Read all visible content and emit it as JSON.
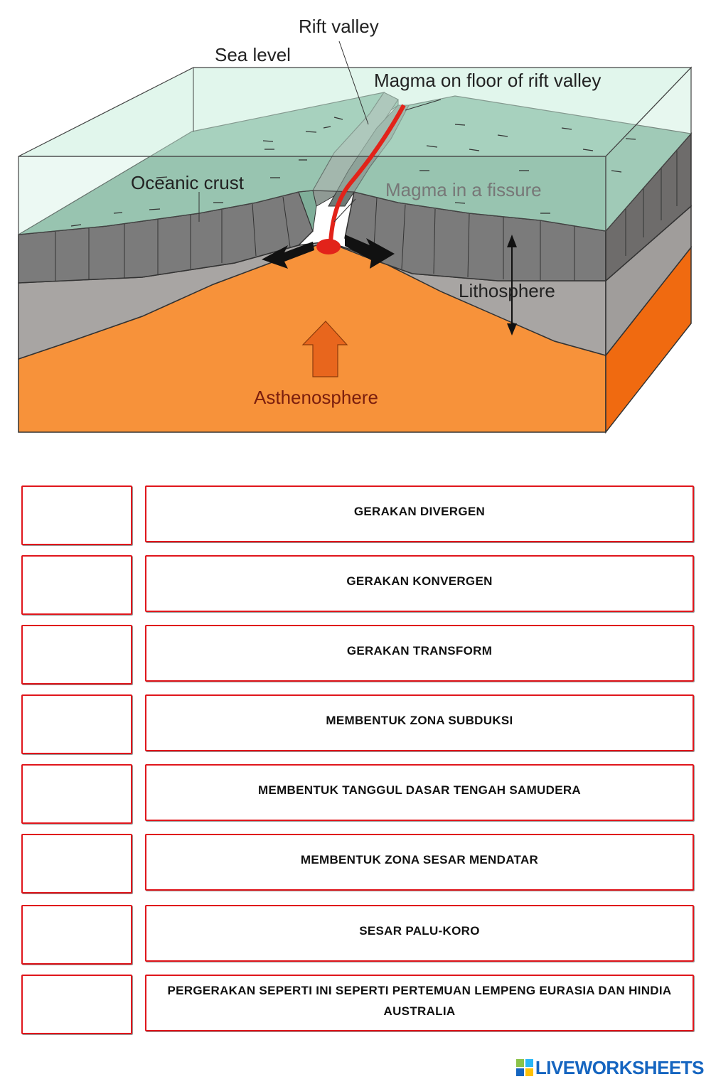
{
  "diagram": {
    "labels": {
      "rift_valley": "Rift valley",
      "sea_level": "Sea level",
      "magma_floor": "Magma on floor of rift valley",
      "oceanic_crust": "Oceanic crust",
      "magma_fissure": "Magma in a fissure",
      "lithosphere": "Lithosphere",
      "asthenosphere": "Asthenosphere"
    },
    "colors": {
      "sea": "#c9eedc",
      "crust_top": "#7fae99",
      "crust_side": "#7b7b7b",
      "lithosphere": "#a8a5a3",
      "asthenosphere": "#f7923a",
      "magma": "#e2231a"
    }
  },
  "rows": [
    {
      "answer": "",
      "text": "GERAKAN DIVERGEN"
    },
    {
      "answer": "",
      "text": "GERAKAN KONVERGEN"
    },
    {
      "answer": "",
      "text": "GERAKAN TRANSFORM"
    },
    {
      "answer": "",
      "text": "MEMBENTUK ZONA SUBDUKSI"
    },
    {
      "answer": "",
      "text": "MEMBENTUK TANGGUL DASAR TENGAH SAMUDERA"
    },
    {
      "answer": "",
      "text": "MEMBENTUK ZONA SESAR MENDATAR"
    },
    {
      "answer": "",
      "text": "SESAR PALU-KORO"
    },
    {
      "answer": "",
      "text": "PERGERAKAN SEPERTI INI SEPERTI PERTEMUAN LEMPENG EURASIA DAN HINDIA AUSTRALIA"
    }
  ],
  "brand": {
    "icon": "liveworksheets-logo-icon",
    "text": "LIVEWORKSHEETS"
  }
}
